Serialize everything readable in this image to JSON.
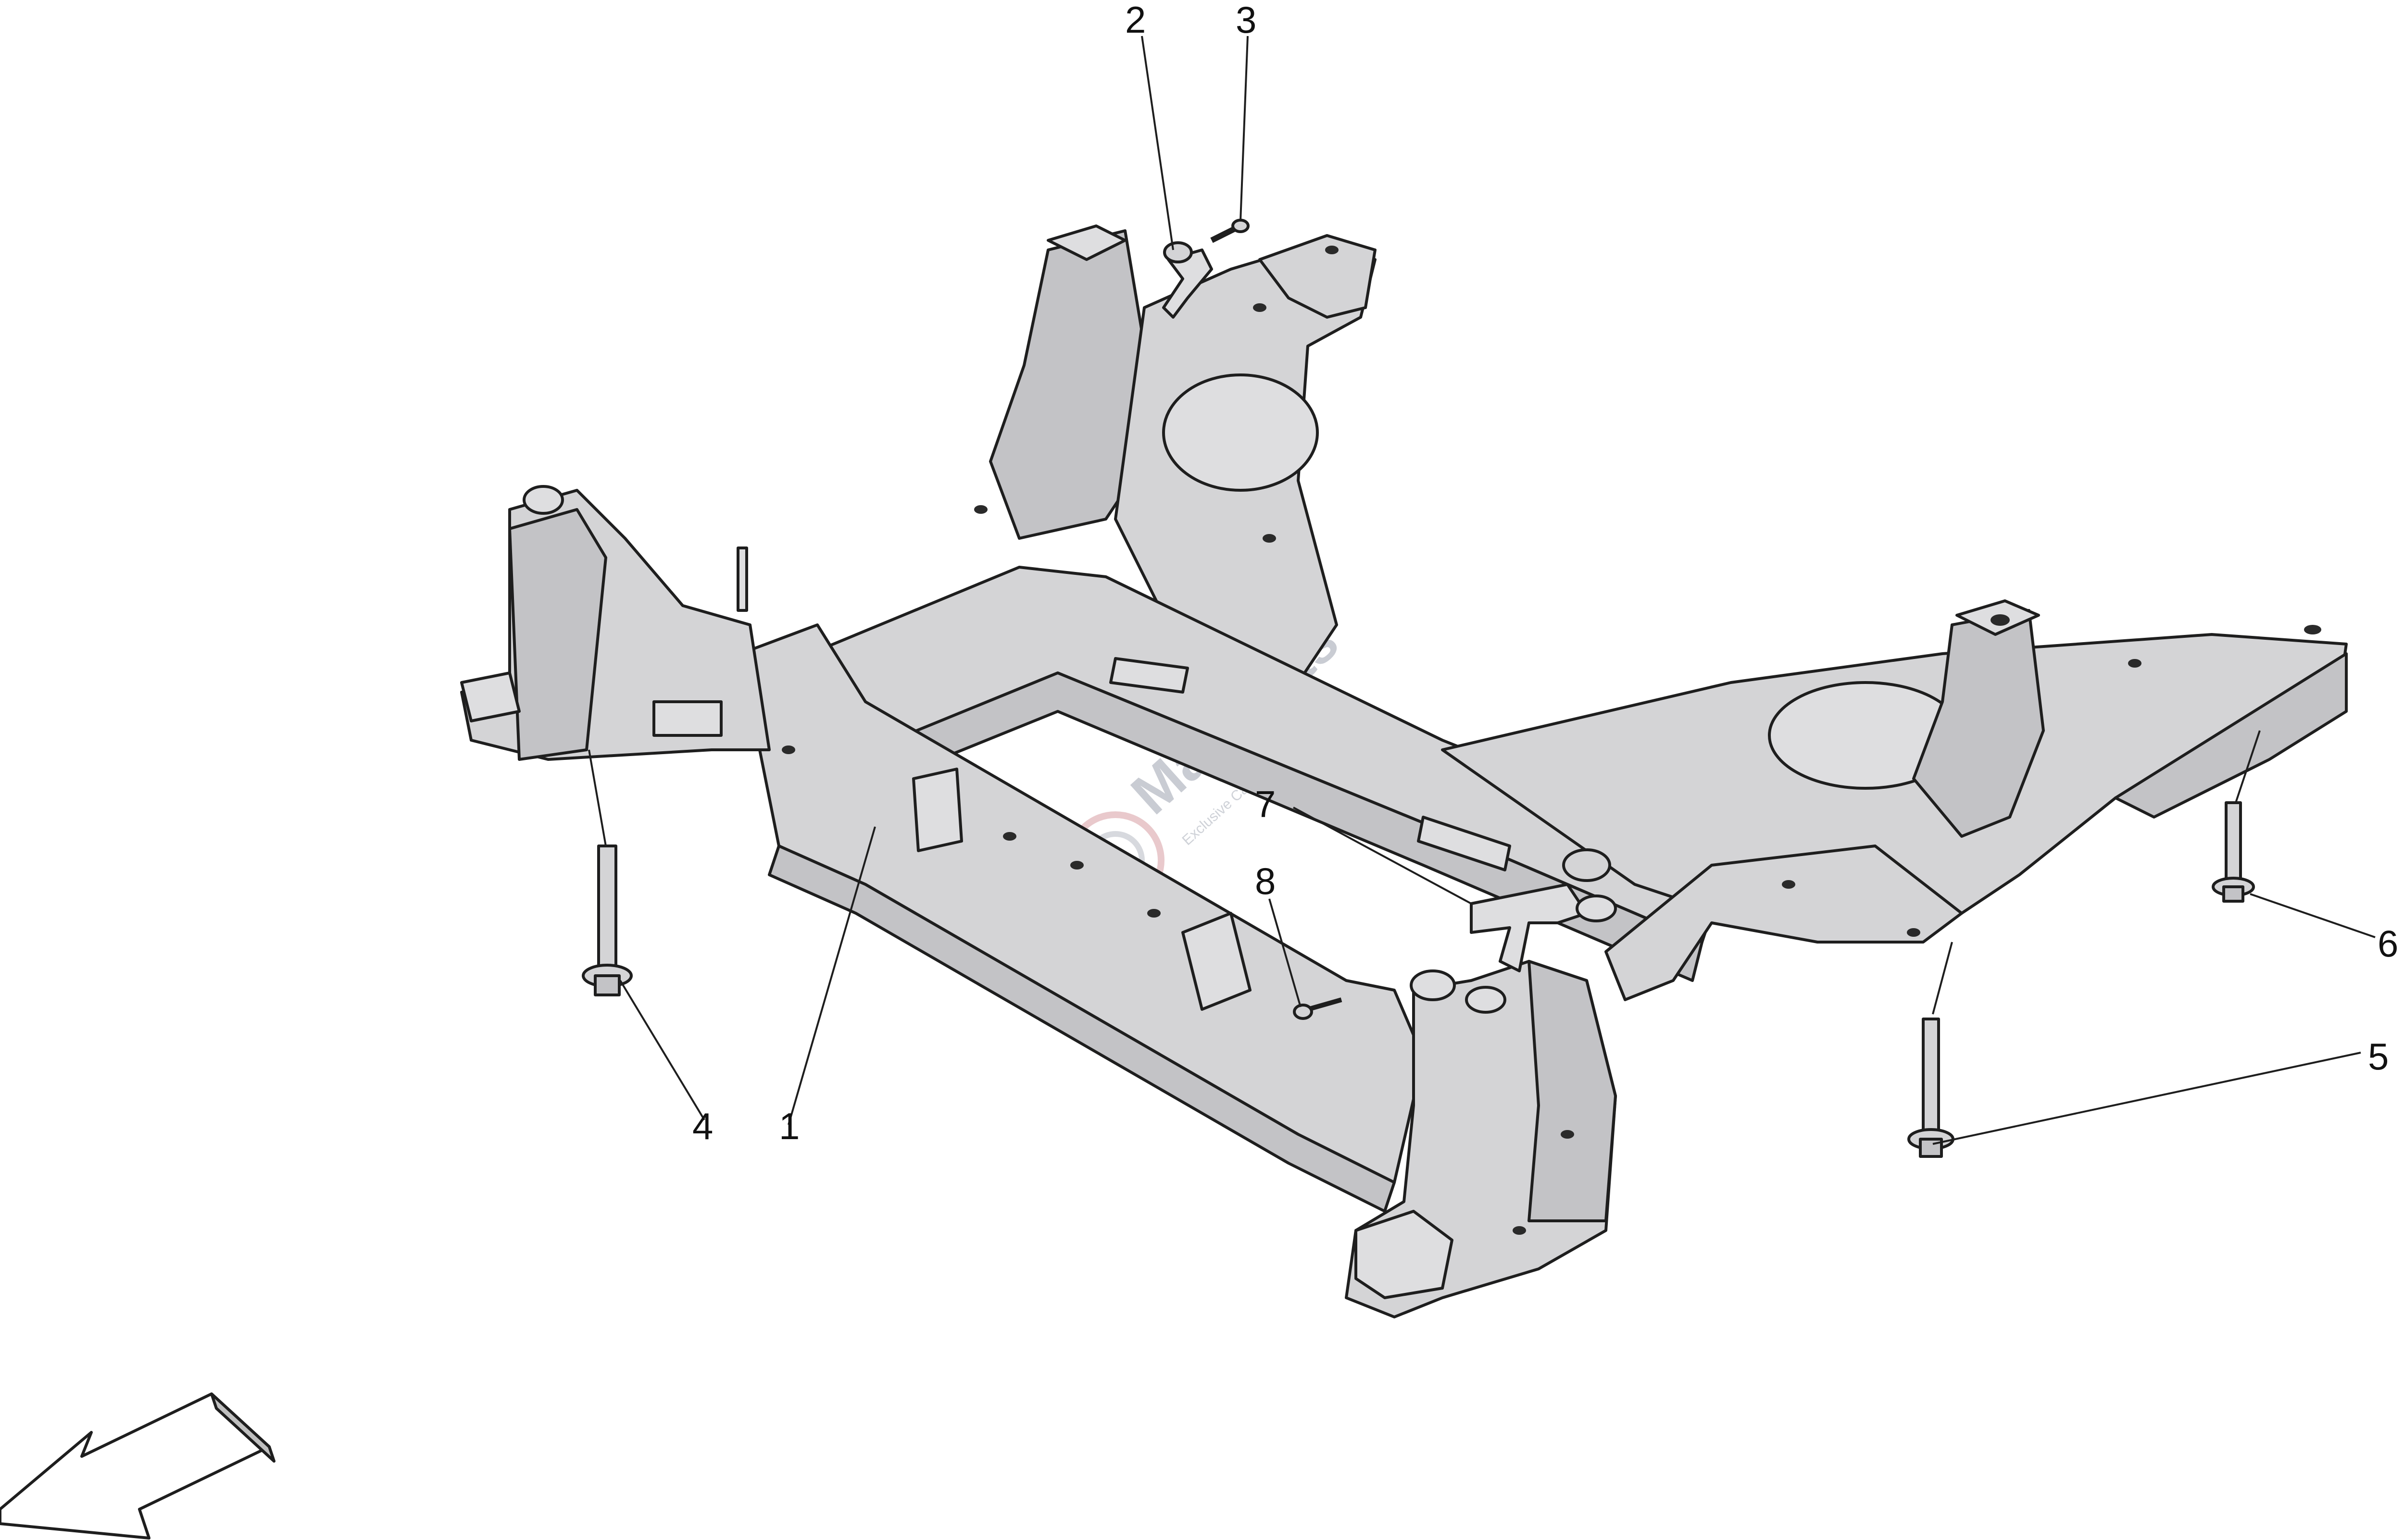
{
  "diagram": {
    "callouts": [
      {
        "id": "1",
        "text": "1"
      },
      {
        "id": "2",
        "text": "2"
      },
      {
        "id": "3",
        "text": "3"
      },
      {
        "id": "4",
        "text": "4"
      },
      {
        "id": "5",
        "text": "5"
      },
      {
        "id": "6",
        "text": "6"
      },
      {
        "id": "7",
        "text": "7"
      },
      {
        "id": "8",
        "text": "8"
      }
    ],
    "watermark": {
      "brand": "Masparts",
      "tagline": "Exclusive Car Parts Specialist"
    },
    "colors": {
      "part": "#d4d4d6",
      "outline": "#1e1e1e",
      "background": "#ffffff"
    },
    "direction_indicator": "front-left-arrow"
  }
}
